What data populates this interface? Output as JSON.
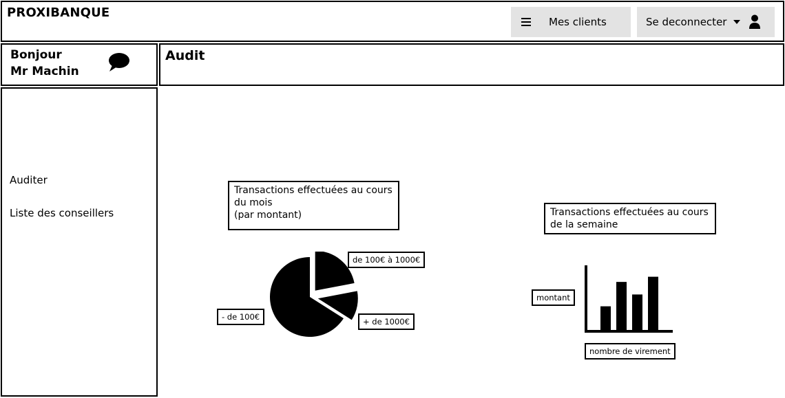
{
  "header": {
    "brand": "PROXIBANQUE",
    "clients_label": "Mes clients",
    "logout_label": "Se deconnecter"
  },
  "greeting": {
    "line1": "Bonjour",
    "line2": "Mr Machin"
  },
  "page": {
    "title": "Audit"
  },
  "sidebar": {
    "items": [
      {
        "label": "Auditer"
      },
      {
        "label": "Liste des conseillers"
      }
    ]
  },
  "icons": {
    "menu": "hamburger-icon",
    "caret": "chevron-down-icon",
    "user": "user-icon",
    "chat": "chat-bubble-icon"
  },
  "chart_data": [
    {
      "type": "pie",
      "title_lines": [
        "Transactions effectuées au cours",
        "du mois",
        "(par montant)"
      ],
      "categories": [
        "de 100€ à 1000€",
        "+ de 1000€",
        "- de 100€"
      ],
      "values": [
        22,
        12,
        66
      ],
      "exploded": true,
      "legend": "labels next to slices"
    },
    {
      "type": "bar",
      "title_lines": [
        "Transactions effectuées au cours",
        "de la semaine"
      ],
      "xlabel": "nombre de virement",
      "ylabel": "montant",
      "values": [
        32,
        65,
        48,
        72
      ],
      "ylim": [
        0,
        80
      ],
      "grid": false
    }
  ]
}
